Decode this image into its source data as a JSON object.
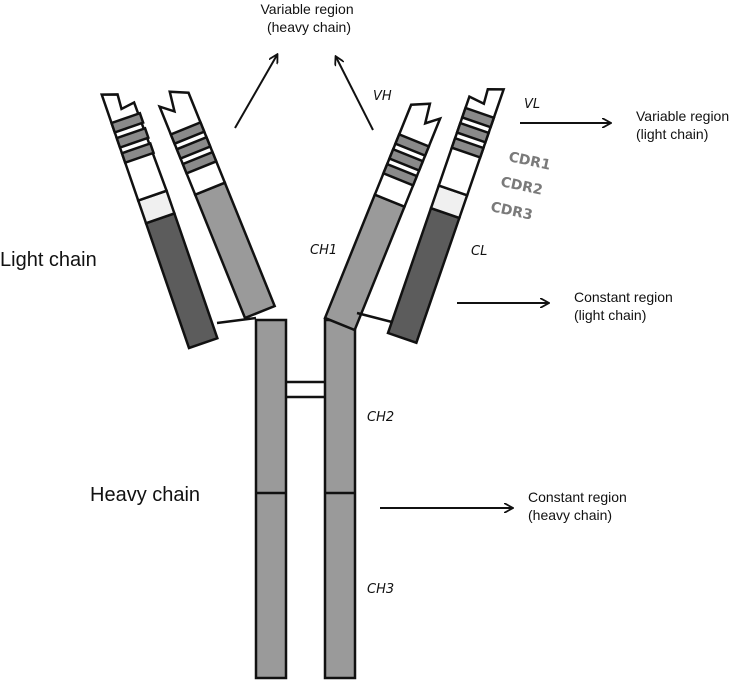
{
  "labels": {
    "variable_region_heavy": [
      "Variable region",
      "(heavy chain)"
    ],
    "variable_region_light": [
      "Variable region",
      "(light chain)"
    ],
    "constant_region_light": [
      "Constant region",
      "(light chain)"
    ],
    "constant_region_heavy": [
      "Constant region",
      "(heavy chain)"
    ],
    "light_chain": "Light chain",
    "heavy_chain": "Heavy chain",
    "domains": {
      "vh": "VH",
      "vl": "VL",
      "ch1": "CH1",
      "cl": "CL",
      "ch2": "CH2",
      "ch3": "CH3"
    },
    "cdr": [
      "CDR1",
      "CDR2",
      "CDR3"
    ]
  },
  "colors": {
    "heavy_constant": "#9a9a9a",
    "light_constant": "#5c5c5c",
    "variable_fill": "#ffffff",
    "variable_light_fill": "#f0f0f0",
    "cdr_band": "#8a8a8a",
    "outline": "#111111",
    "cdr_text": "#7a7a7a"
  }
}
